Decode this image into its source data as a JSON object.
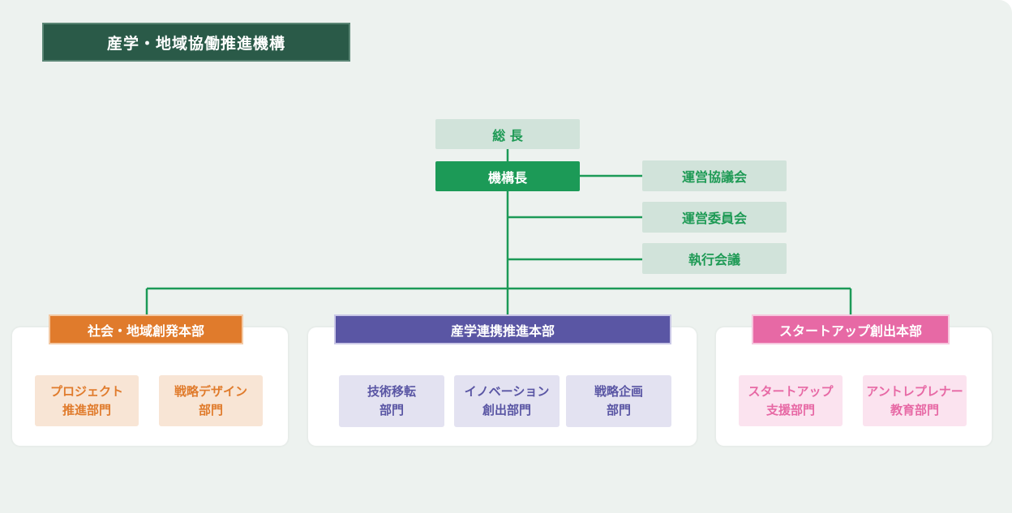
{
  "title": "産学・地域協働推進機構",
  "top": {
    "president": "総 長",
    "director": "機構長",
    "councils": [
      "運営協議会",
      "運営委員会",
      "執行会議"
    ]
  },
  "divisions": [
    {
      "name": "社会・地域創発本部",
      "color": "#e07b2c",
      "departments": [
        [
          "プロジェクト",
          "推進部門"
        ],
        [
          "戦略デザイン",
          "部門"
        ]
      ]
    },
    {
      "name": "産学連携推進本部",
      "color": "#5a56a4",
      "departments": [
        [
          "技術移転",
          "部門"
        ],
        [
          "イノベーション",
          "創出部門"
        ],
        [
          "戦略企画",
          "部門"
        ]
      ]
    },
    {
      "name": "スタートアップ創出本部",
      "color": "#e769a5",
      "departments": [
        [
          "スタートアップ",
          "支援部門"
        ],
        [
          "アントレプレナー",
          "教育部門"
        ]
      ]
    }
  ],
  "colors": {
    "main_green": "#1c9a57",
    "light_green": "#d1e3da",
    "title_bg": "#2a5a48"
  }
}
